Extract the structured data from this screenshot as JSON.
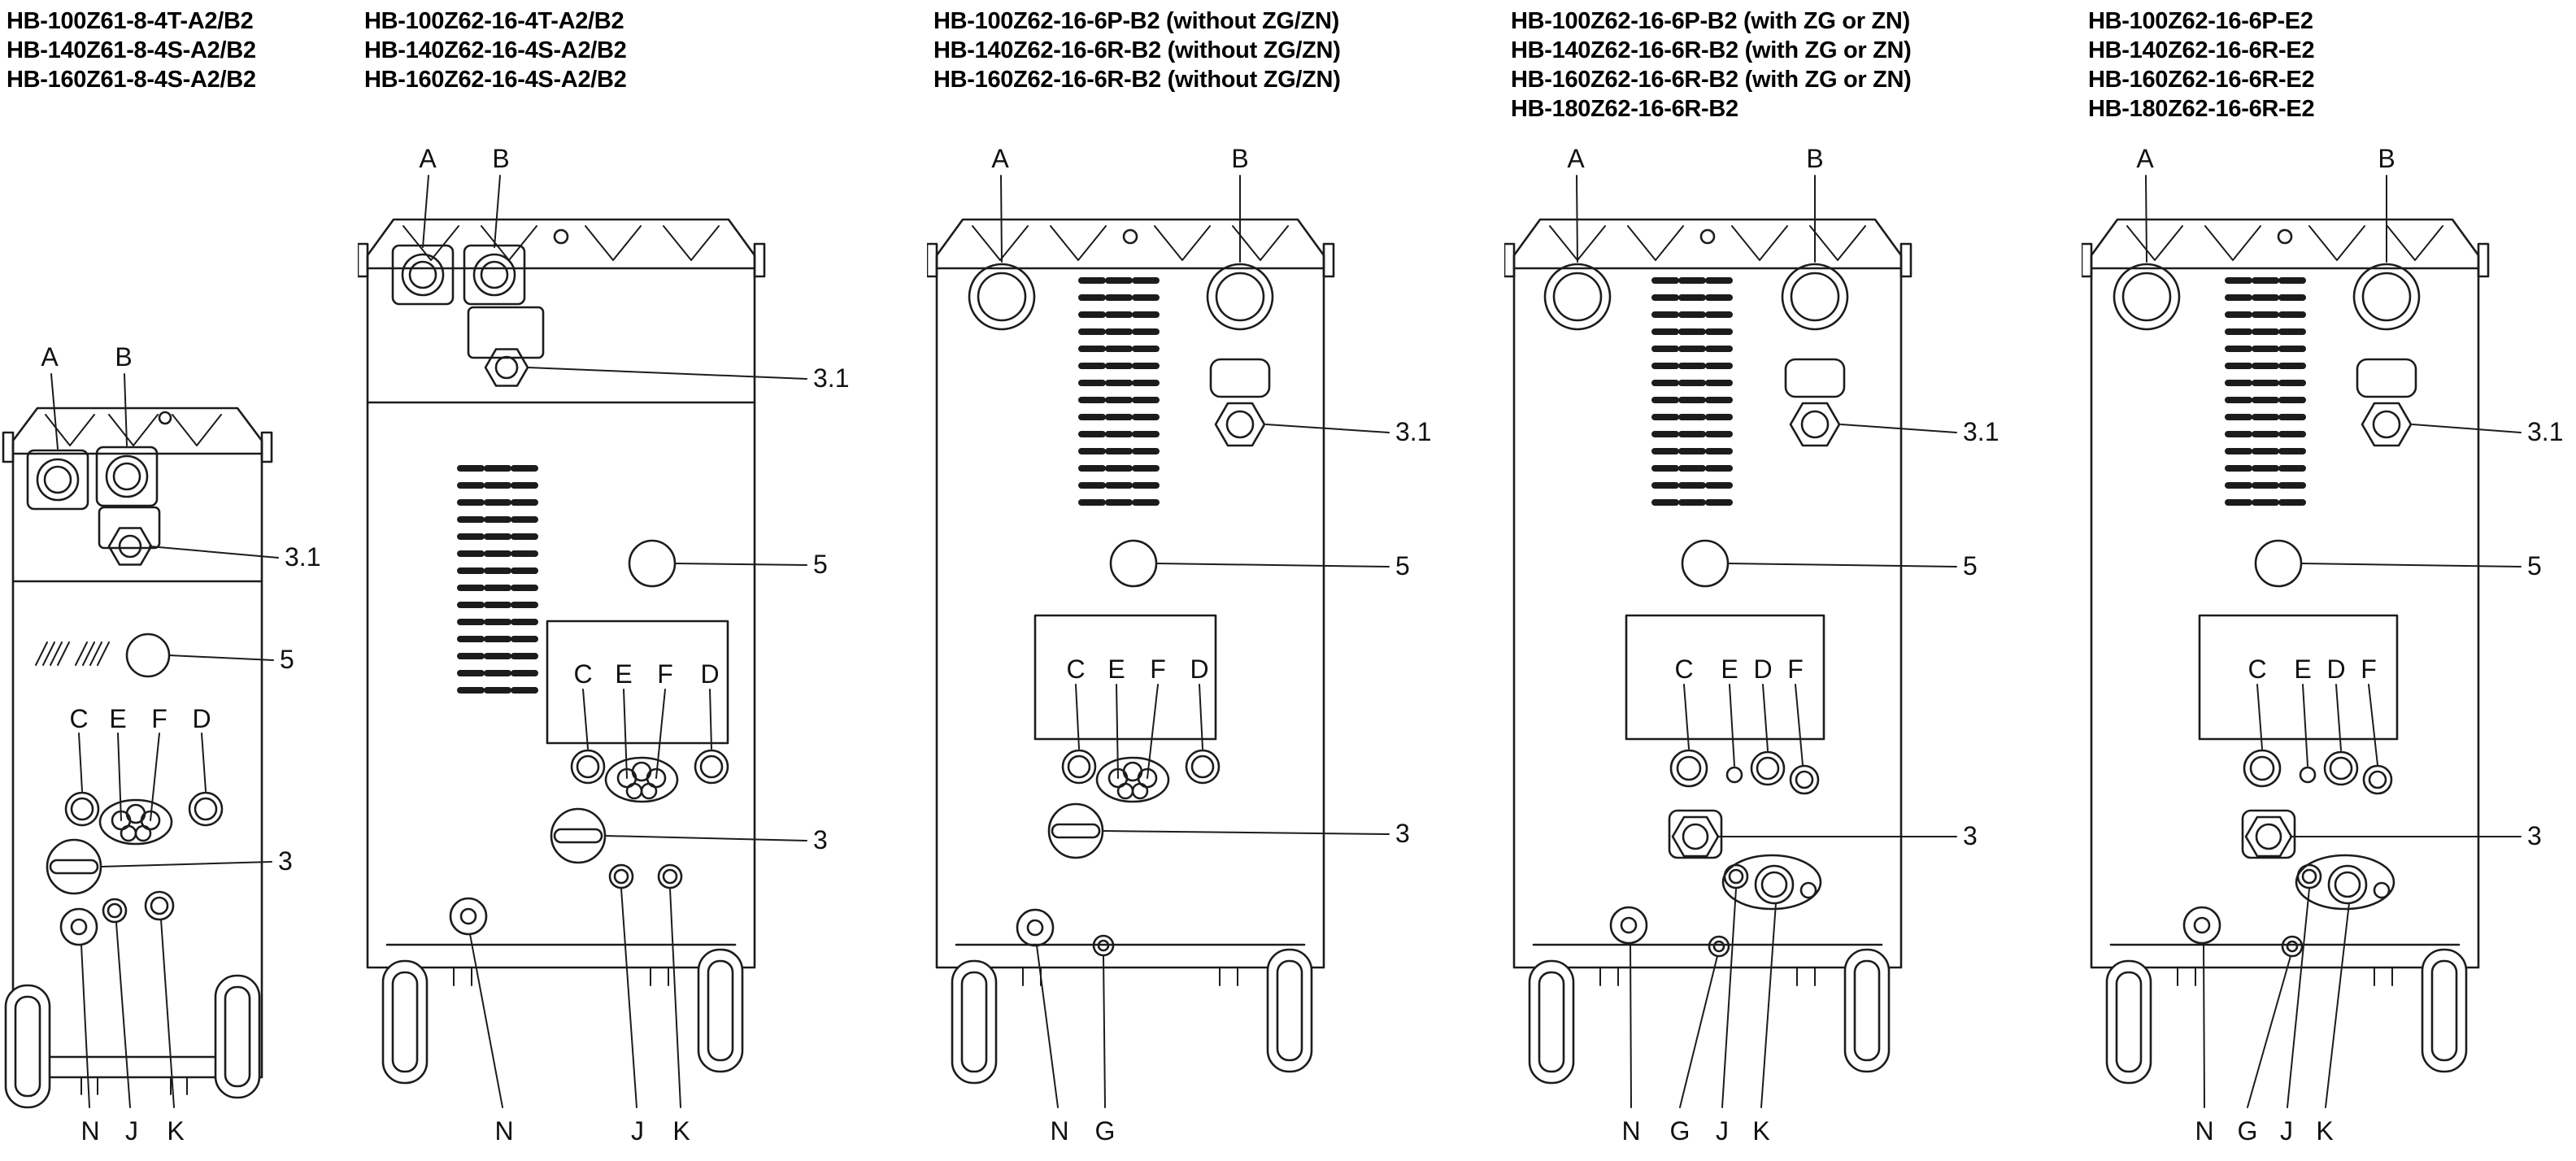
{
  "figure": {
    "background": "#ffffff",
    "line_color": "#1c1c1c",
    "title_color": "#000000"
  },
  "panels": [
    {
      "titles": [
        "HB-100Z61-8-4T-A2/B2",
        "HB-140Z61-8-4S-A2/B2",
        "HB-160Z61-8-4S-A2/B2"
      ],
      "callouts": {
        "a": "A",
        "b": "B",
        "n31": "3.1",
        "n5": "5",
        "n3": "3",
        "conn": [
          "C",
          "E",
          "F",
          "D"
        ],
        "bottom": [
          "N",
          "J",
          "K"
        ]
      }
    },
    {
      "titles": [
        "HB-100Z62-16-4T-A2/B2",
        "HB-140Z62-16-4S-A2/B2",
        "HB-160Z62-16-4S-A2/B2"
      ],
      "callouts": {
        "a": "A",
        "b": "B",
        "n31": "3.1",
        "n5": "5",
        "n3": "3",
        "conn": [
          "C",
          "E",
          "F",
          "D"
        ],
        "bottom": [
          "N",
          "J",
          "K"
        ]
      }
    },
    {
      "titles": [
        "HB-100Z62-16-6P-B2 (without ZG/ZN)",
        "HB-140Z62-16-6R-B2 (without ZG/ZN)",
        "HB-160Z62-16-6R-B2 (without ZG/ZN)"
      ],
      "callouts": {
        "a": "A",
        "b": "B",
        "n31": "3.1",
        "n5": "5",
        "n3": "3",
        "conn": [
          "C",
          "E",
          "F",
          "D"
        ],
        "bottom": [
          "N",
          "G"
        ]
      }
    },
    {
      "titles": [
        "HB-100Z62-16-6P-B2 (with ZG or ZN)",
        "HB-140Z62-16-6R-B2 (with ZG or ZN)",
        "HB-160Z62-16-6R-B2 (with ZG or ZN)",
        "HB-180Z62-16-6R-B2"
      ],
      "callouts": {
        "a": "A",
        "b": "B",
        "n31": "3.1",
        "n5": "5",
        "n3": "3",
        "conn": [
          "C",
          "E",
          "D",
          "F"
        ],
        "bottom": [
          "N",
          "G",
          "J",
          "K"
        ]
      }
    },
    {
      "titles": [
        "HB-100Z62-16-6P-E2",
        "HB-140Z62-16-6R-E2",
        "HB-160Z62-16-6R-E2",
        "HB-180Z62-16-6R-E2"
      ],
      "callouts": {
        "a": "A",
        "b": "B",
        "n31": "3.1",
        "n5": "5",
        "n3": "3",
        "conn": [
          "C",
          "E",
          "D",
          "F"
        ],
        "bottom": [
          "N",
          "G",
          "J",
          "K"
        ]
      }
    }
  ]
}
